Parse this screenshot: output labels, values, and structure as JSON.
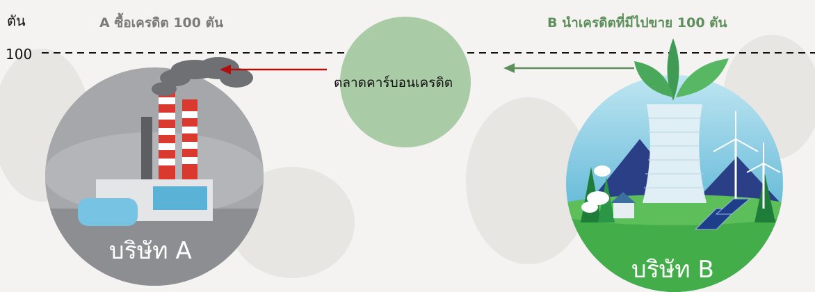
{
  "axis": {
    "unit_label": "ตัน",
    "tick_label": "100"
  },
  "company_a": {
    "title": "A ซื้อเครดิต 100 ตัน",
    "name": "บริษัท A",
    "color": "#7a7a7a"
  },
  "company_b": {
    "title": "B นำเครดิตที่มีไปขาย 100 ตัน",
    "name": "บริษัท B",
    "color": "#5c8f5a"
  },
  "market": {
    "label": "ตลาดคาร์บอนเครดิต",
    "color": "#a9cba5"
  },
  "colors": {
    "arrow_to_a": "#b00d0d",
    "arrow_from_b": "#5c8f5a",
    "dashed_line": "#111111"
  },
  "icons": [
    "factory-icon",
    "smokestack-icon",
    "smoke-cloud-icon",
    "cooling-tower-icon",
    "leaf-icon",
    "wind-turbine-icon",
    "solar-panel-icon",
    "house-icon",
    "mountain-icon",
    "tree-icon"
  ]
}
